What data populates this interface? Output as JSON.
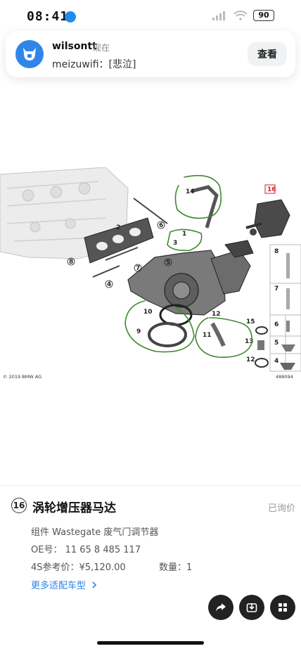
{
  "status_bar": {
    "time": "08:41",
    "battery": "90"
  },
  "notification": {
    "app_name": "wilsontt",
    "time": "现在",
    "message": "meizuwifi：[悲泣]",
    "action_label": "查看"
  },
  "diagram": {
    "copyright": "© 2019 BMW AG",
    "image_number": "488094",
    "callouts": [
      "1",
      "2",
      "3",
      "4",
      "5",
      "6",
      "7",
      "8",
      "9",
      "10",
      "11",
      "12",
      "13",
      "14",
      "15",
      "16"
    ]
  },
  "part": {
    "number": "16",
    "title": "涡轮增压器马达",
    "status": "已询价",
    "description": "组件 Wastegate 废气门调节器",
    "oe_label": "OE号： 11 65 8 485 117",
    "price_label": "4S参考价：¥5,120.00",
    "qty_label": "数量：1",
    "more_link": "更多适配车型"
  },
  "colors": {
    "accent": "#2f86e8",
    "annotation": "#3d8a2e",
    "highlight": "#d02020"
  }
}
